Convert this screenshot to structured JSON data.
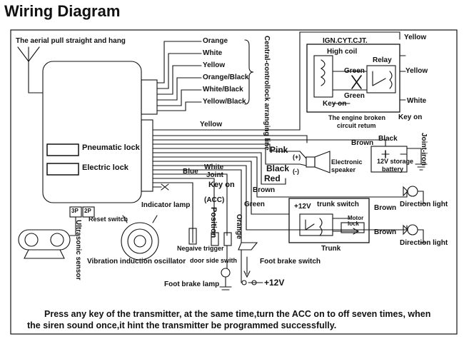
{
  "title": "Wiring Diagram",
  "central_lock_wires": [
    "Orange",
    "White",
    "Yellow",
    "Orange/Black",
    "White/Black",
    "Yellow/Black"
  ],
  "labels": {
    "antenna": "The aerial pull straight and hang",
    "central_lock": "Central-controllock arranging line",
    "ign_box": "IGN.CYT.CJT.",
    "yellow_top": "Yellow",
    "high_coil": "High coil",
    "relay": "Relay",
    "yellow_right": "Yellow",
    "green": "Green",
    "key_on": "Key on",
    "white": "White",
    "engine_broken_1": "The engine broken",
    "engine_broken_2": "circuit retum",
    "yellow_main": "Yellow",
    "black_small": "Black",
    "brown": "Brown",
    "joint_iron": "Joint-iron",
    "pink": "Pink",
    "plus": "(+)",
    "black": "Black",
    "minus": "(-)",
    "speaker_1": "Electronic",
    "speaker_2": "speaker",
    "red": "Red",
    "battery_1": "12V  storage",
    "battery_2": "battery",
    "direction_light": "Direction light",
    "trunk_plus12v": "+12V",
    "trunk_switch": "trunk switch",
    "motor": "Motor",
    "lock": "lock",
    "trunk": "Trunk",
    "pneumatic_lock": "Pneumatic lock",
    "electric_lock": "Electric lock",
    "blue": "Blue",
    "joint": "Joint",
    "key_on_short": "Key on",
    "acc": "(ACC)",
    "position": "Position",
    "orange": "Orange",
    "indicator_lamp": "Indicator lamp",
    "p3": "3P",
    "p2": "2P",
    "reset_switch": "Reset switch",
    "ultrasonic": "Ultrasonic sensor",
    "negative_trigger": "Negaive trigger",
    "vibration": "Vibration induction oscillator",
    "door_switch": "door side swith",
    "foot_brake_switch": "Foot brake switch",
    "foot_brake_lamp": "Foot brake lamp",
    "plus12v": "+12V"
  },
  "note": {
    "line1": "Press any key of the transmitter, at the same time,turn the ACC on to off seven times, when",
    "line2": "the siren sound once,it hint the transmitter be programmed successfully."
  }
}
